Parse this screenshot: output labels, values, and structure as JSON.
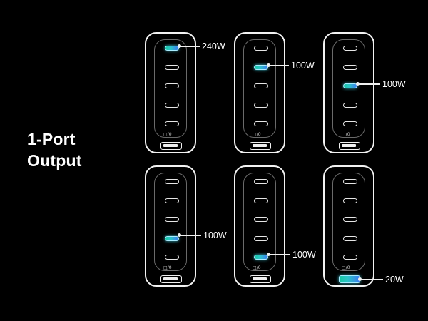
{
  "heading": {
    "line1": "1-Port",
    "line2": "Output"
  },
  "port_marking": "□/0",
  "accent_colors": [
    "#18c8a4",
    "#3a7cf0"
  ],
  "chargers": [
    {
      "active_port": "usb-c-1",
      "wattage": "240W"
    },
    {
      "active_port": "usb-c-2",
      "wattage": "100W"
    },
    {
      "active_port": "usb-c-3",
      "wattage": "100W"
    },
    {
      "active_port": "usb-c-4",
      "wattage": "100W"
    },
    {
      "active_port": "usb-c-5",
      "wattage": "100W"
    },
    {
      "active_port": "usb-a",
      "wattage": "20W"
    }
  ]
}
